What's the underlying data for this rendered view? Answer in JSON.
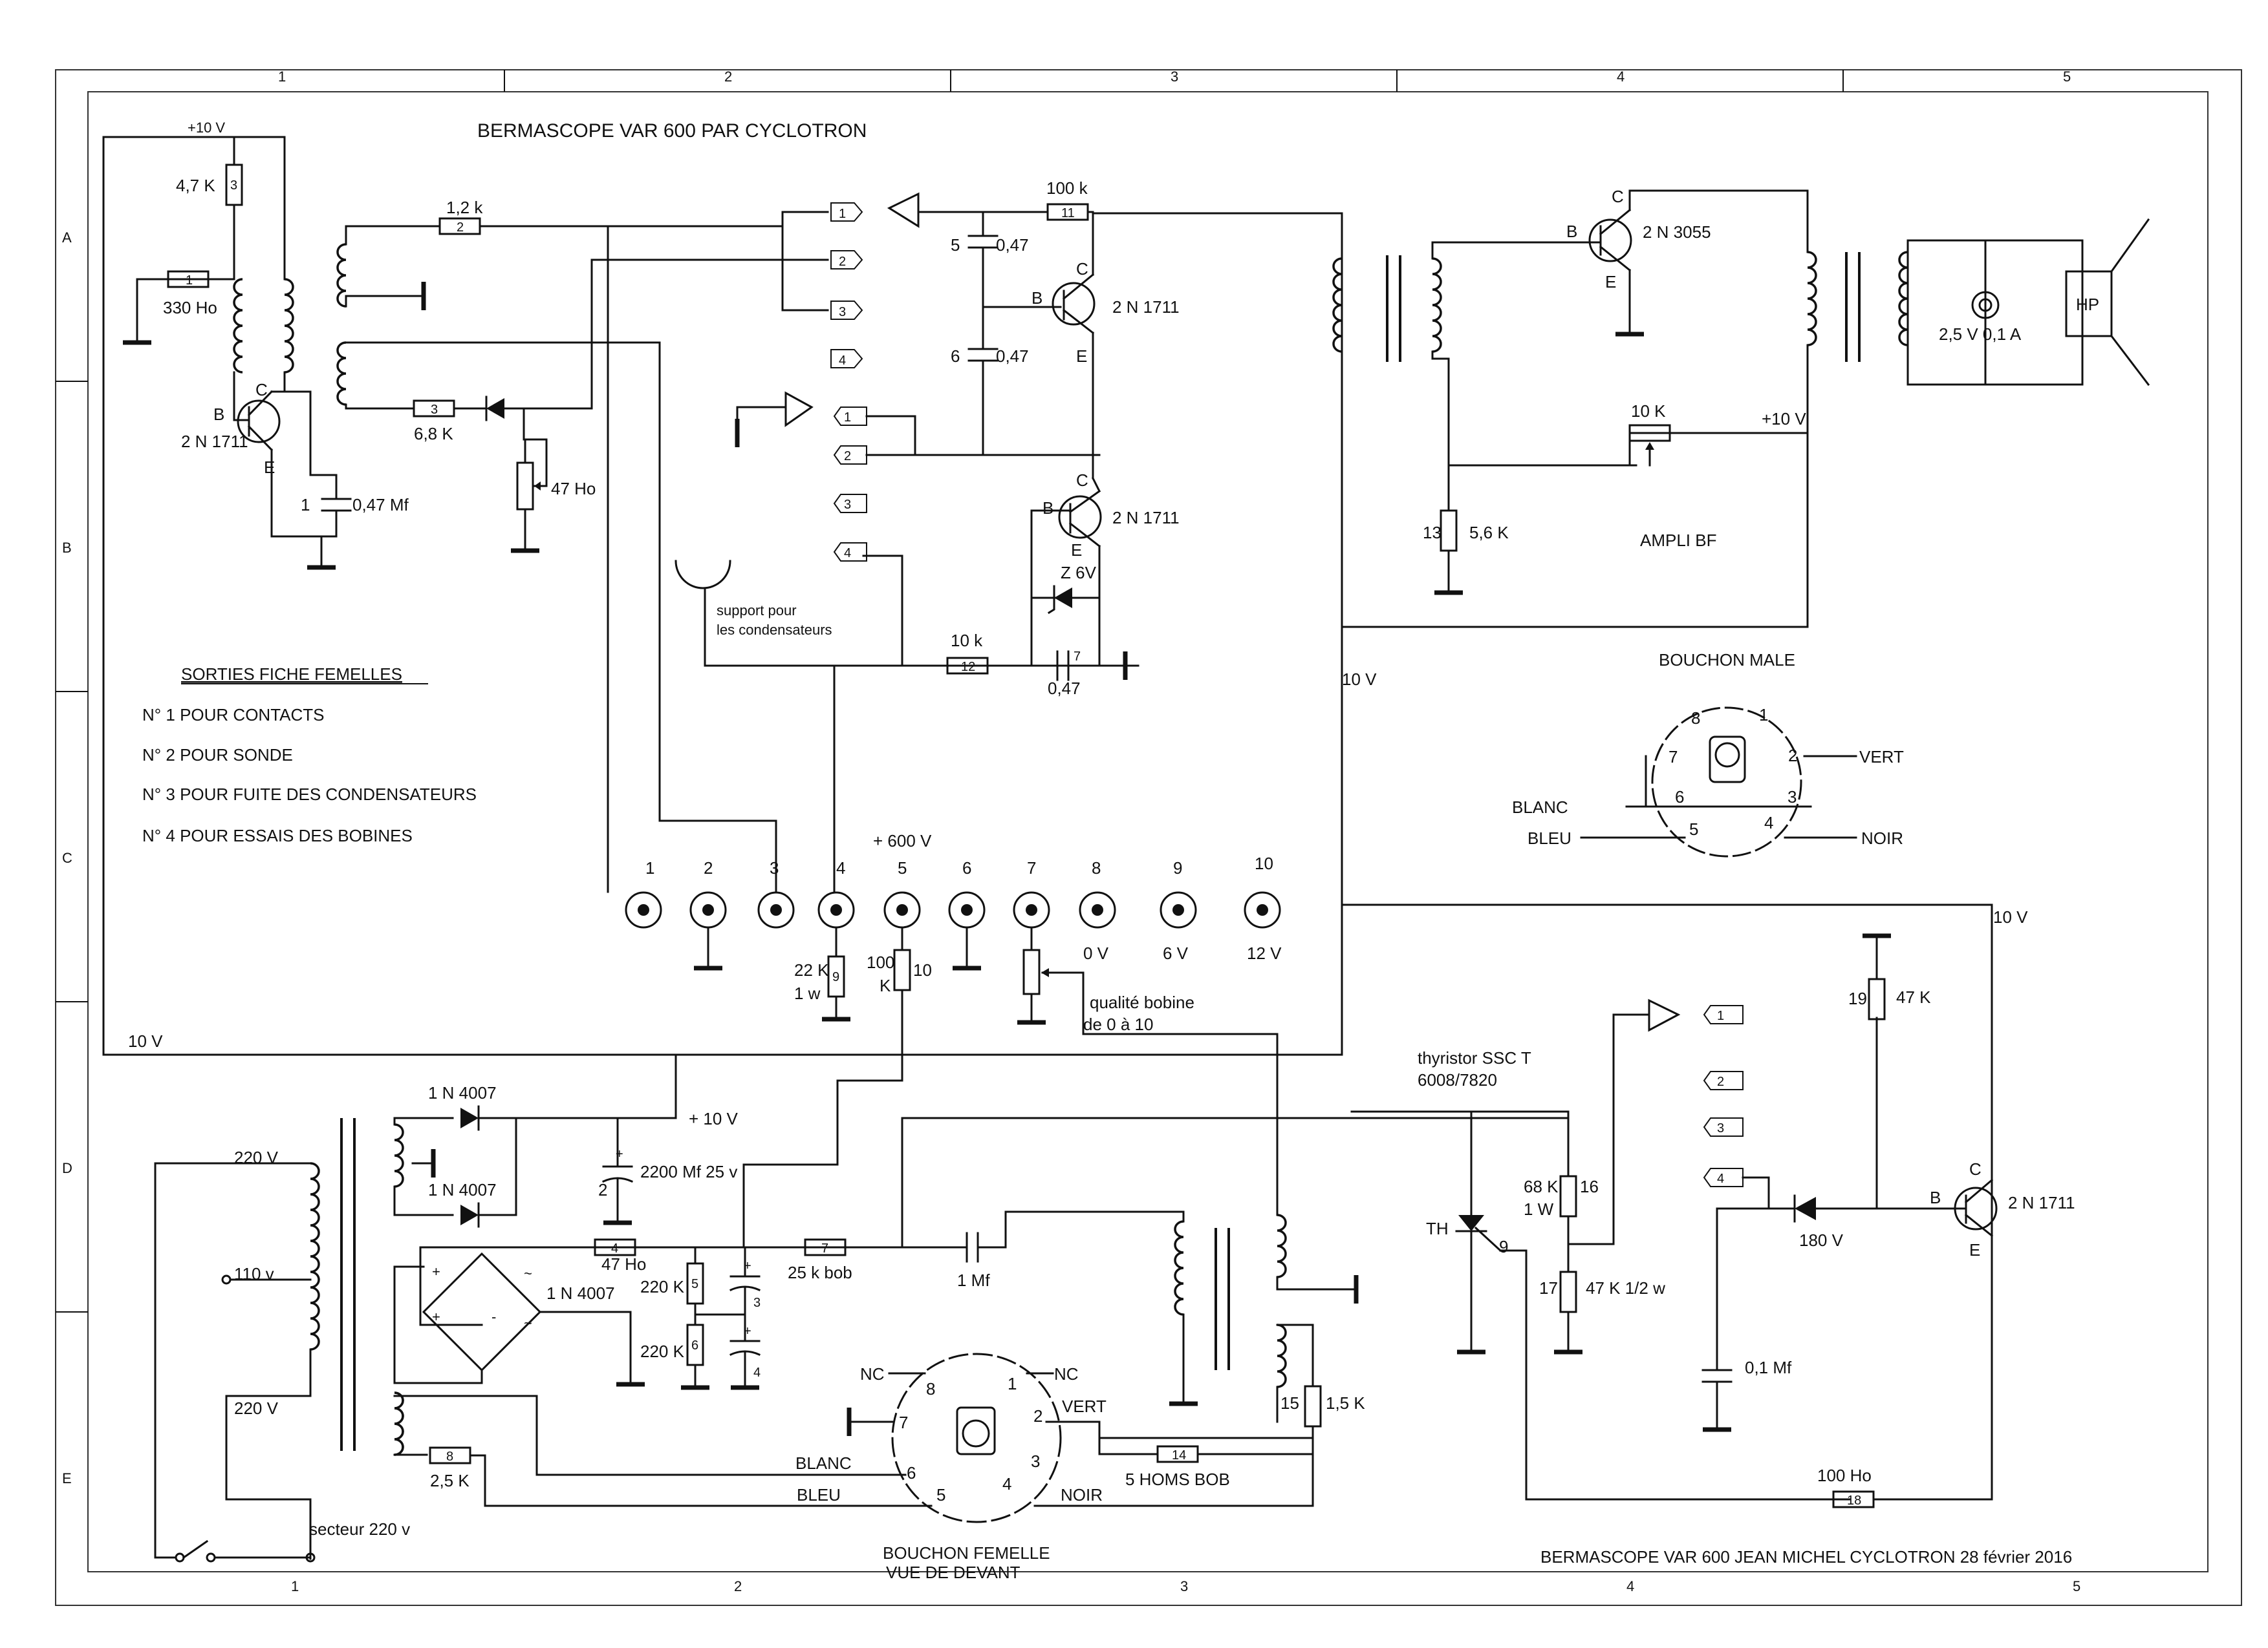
{
  "title": "BERMASCOPE VAR 600 PAR CYCLOTRON",
  "footer": "BERMASCOPE VAR 600    JEAN MICHEL  CYCLOTRON 28 février 2016",
  "grid": {
    "columns": [
      "1",
      "2",
      "3",
      "4",
      "5"
    ],
    "rows": [
      "A",
      "B",
      "C",
      "D",
      "E"
    ]
  },
  "outputs_legend": {
    "heading": "SORTIES FICHE FEMELLES",
    "items": [
      "N° 1  POUR CONTACTS",
      "N° 2  POUR SONDE",
      "N° 3  POUR FUITE DES CONDENSATEURS",
      "N° 4  POUR ESSAIS DES BOBINES"
    ]
  },
  "blocks": {
    "ampli": "AMPLI BF",
    "bouchon_male": "BOUCHON MALE",
    "bouchon_femelle": "BOUCHON  FEMELLE",
    "vue_devant": "VUE DE DEVANT",
    "support1": "support pour",
    "support2": "les condensateurs",
    "qualite1": "qualité bobine",
    "qualite2": "de 0 à 10",
    "thyristor1": "thyristor SSC T",
    "thyristor2": "6008/7820",
    "secteur": "secteur 220 v"
  },
  "voltages": {
    "v10_top": "+10 V",
    "v10_left": "10 V",
    "v10_mid": "10 V",
    "v10_right": "10 V",
    "v10_amp": "+10 V",
    "v10_psu": "+ 10 V",
    "v600": "+ 600 V",
    "mains": [
      "220 V",
      "110 v",
      "220 V"
    ]
  },
  "transistors": {
    "q_osc": "2 N 1711",
    "q_mid1": "2 N 1711",
    "q_mid2": "2 N 1711",
    "q_amp": "2 N 3055",
    "q_thy": "2 N 1711",
    "pins": {
      "b": "B",
      "c": "C",
      "e": "E"
    }
  },
  "components": {
    "r3": "4,7 K",
    "r1": "330 Ho",
    "c1": "0,47 Mf",
    "c1n": "1",
    "r2": "1,2 k",
    "r3b": "6,8 K",
    "pot47": "47 Ho",
    "r11": "100 k",
    "c5": "0,47",
    "c5n": "5",
    "c6": "0,47",
    "c6n": "6",
    "r12": "10 k",
    "c7": "0,47",
    "c7n": "7",
    "zener": "Z 6V",
    "r9a": "22 K",
    "r9b": "1 w",
    "r10a": "100",
    "r10b": "K",
    "r10n": "10",
    "pot10k": "10 K",
    "r13": "5,6 K",
    "r13n": "13",
    "lamp": "2,5 V  0,1 A",
    "hp": "HP",
    "d1": "1 N 4007",
    "d2": "1 N 4007",
    "d3": "1 N 4007",
    "cap2": "2200 Mf 25 v",
    "cap2n": "2",
    "r4": "47 Ho",
    "r7": "25 k bob",
    "cap1mf": "1 Mf",
    "r5": "220 K",
    "r6": "220 K",
    "c3n": "3",
    "c4n": "4",
    "r8": "2,5 K",
    "r14": "5 HOMS  BOB",
    "r15": "1,5 K",
    "r15n": "15",
    "r16a": "68 K",
    "r16b": "1 W",
    "r16n": "16",
    "r17": "47 K 1/2 w",
    "r17n": "17",
    "r19": "47 K",
    "r19n": "19",
    "d180": "180 V",
    "c01": "0,1 Mf",
    "r18": "100 Ho",
    "th": "TH",
    "thn": "9"
  },
  "jacks": {
    "numbers": [
      "1",
      "2",
      "3",
      "4",
      "5",
      "6",
      "7",
      "8",
      "9",
      "10"
    ],
    "values": [
      "0 V",
      "6 V",
      "12 V"
    ]
  },
  "plugs": [
    "1",
    "2",
    "3",
    "4"
  ],
  "male_pins": {
    "numbers": [
      "1",
      "2",
      "3",
      "4",
      "5",
      "6",
      "7",
      "8"
    ],
    "wires": {
      "vert": "VERT",
      "noir": "NOIR",
      "blanc": "BLANC",
      "bleu": "BLEU"
    }
  },
  "female_pins": {
    "numbers": [
      "1",
      "2",
      "3",
      "4",
      "5",
      "6",
      "7",
      "8"
    ],
    "nc": "NC",
    "wires": {
      "vert": "VERT",
      "noir": "NOIR",
      "blanc": "BLANC",
      "bleu": "BLEU"
    }
  }
}
